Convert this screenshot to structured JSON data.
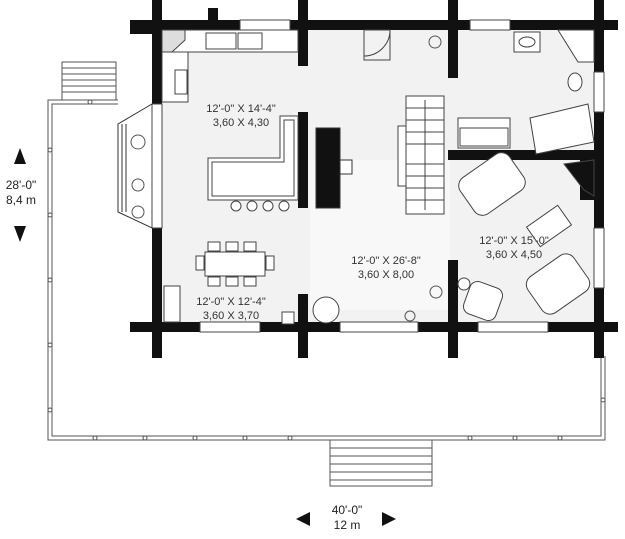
{
  "rooms": {
    "kitchen": {
      "imperial": "12'-0\" X 14'-4\"",
      "metric": "3,60 X 4,30"
    },
    "living": {
      "imperial": "12'-0\" X 26'-8\"",
      "metric": "3,60 X 8,00"
    },
    "dining": {
      "imperial": "12'-0\" X 12'-4\"",
      "metric": "3,60 X 3,70"
    },
    "family": {
      "imperial": "12'-0\" X 15'-0\"",
      "metric": "3,60 X 4,50"
    }
  },
  "overall": {
    "depth": {
      "imperial": "28'-0\"",
      "metric": "8,4 m"
    },
    "width": {
      "imperial": "40'-0\"",
      "metric": "12 m"
    }
  },
  "colors": {
    "wall": "#111111",
    "floor": "#f2f2f2",
    "line": "#444444"
  }
}
